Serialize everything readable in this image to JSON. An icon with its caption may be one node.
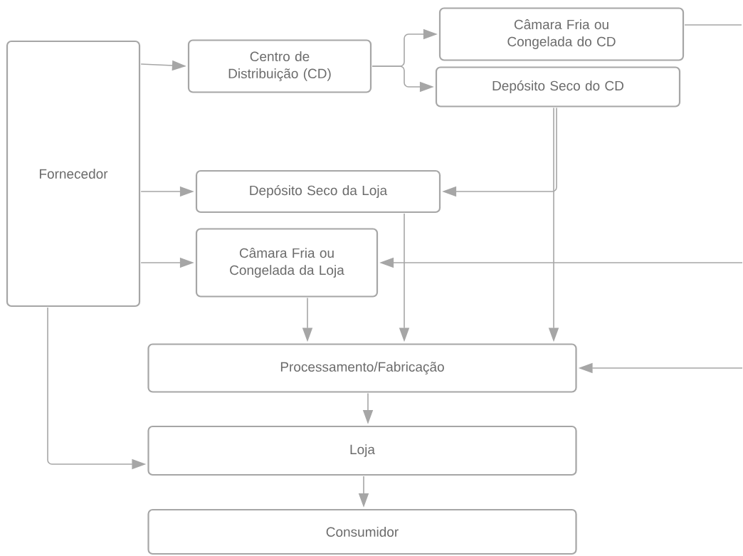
{
  "diagram": {
    "nodes": [
      {
        "text": [
          "Fornecedor"
        ]
      },
      {
        "text": [
          "Centro de Distribuição (CD)"
        ]
      },
      {
        "text": [
          "Câmara Fria ou Congelada do CD"
        ]
      },
      {
        "text": [
          "Depósito Seco do CD"
        ]
      },
      {
        "text": [
          "Depósito Seco da Loja"
        ]
      },
      {
        "text": [
          "Câmara Fria ou Congelada da Loja"
        ]
      },
      {
        "text": [
          "Processamento/Fabricação"
        ]
      },
      {
        "text": [
          "Loja"
        ]
      },
      {
        "text": [
          "Consumidor"
        ]
      }
    ],
    "edges": [
      {
        "from": 0,
        "to": 1,
        "arrow": "to"
      },
      {
        "from": 1,
        "to": 2,
        "arrow": "to"
      },
      {
        "from": 1,
        "to": 3,
        "arrow": "to"
      },
      {
        "from": 3,
        "to": 4,
        "arrow": "to"
      },
      {
        "from": 3,
        "to": 6,
        "arrow": "to"
      },
      {
        "from": 0,
        "to": 4,
        "arrow": "to"
      },
      {
        "from": 0,
        "to": 5,
        "arrow": "to"
      },
      {
        "from": 2,
        "to": null,
        "arrow": "none"
      },
      {
        "from": null,
        "to": 5,
        "arrow": "to"
      },
      {
        "from": null,
        "to": 6,
        "arrow": "to"
      },
      {
        "from": 5,
        "to": 6,
        "arrow": "to"
      },
      {
        "from": 4,
        "to": 6,
        "arrow": "to"
      },
      {
        "from": 6,
        "to": 7,
        "arrow": "to"
      },
      {
        "from": 0,
        "to": 7,
        "arrow": "to"
      },
      {
        "from": 7,
        "to": 8,
        "arrow": "to"
      }
    ]
  }
}
